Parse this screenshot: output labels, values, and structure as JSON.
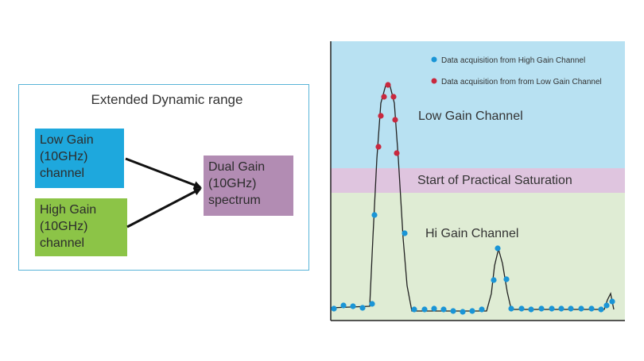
{
  "diagram": {
    "title": "Extended Dynamic range",
    "low_gain_box": [
      "Low Gain",
      "(10GHz)",
      "channel"
    ],
    "high_gain_box": [
      "High Gain",
      "(10GHz)",
      "channel"
    ],
    "dual_gain_box": [
      "Dual Gain",
      "(10GHz)",
      "spectrum"
    ],
    "colors": {
      "low": "#1ea8dd",
      "high": "#8cc447",
      "dual": "#b28cb3",
      "frame": "#5ab4d8"
    }
  },
  "chart": {
    "legend": {
      "high": "Data acquisition from High Gain Channel",
      "low": "Data acquisition from from Low Gain Channel"
    },
    "regions": {
      "low": "Low Gain Channel",
      "saturation": "Start of Practical Saturation",
      "hi": "Hi Gain Channel"
    },
    "colors": {
      "low_region": "#b8e1f2",
      "saturation_region": "#dfc5df",
      "hi_region": "#dfecd4",
      "high_points": "#1a95d6",
      "low_points": "#c8283e",
      "curve": "#222222"
    }
  }
}
